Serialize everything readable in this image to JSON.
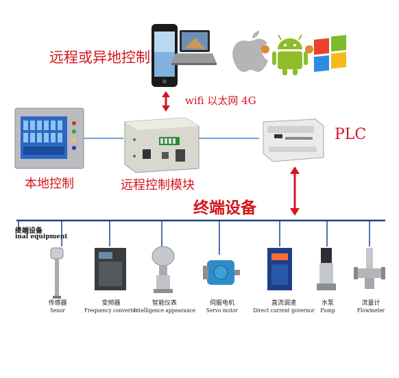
{
  "top": {
    "remote_label": "远程或异地控制",
    "os_badges": [
      "ios",
      "Android",
      "Windows"
    ],
    "os_icons": [
      "apple-icon",
      "android-icon",
      "windows-icon"
    ]
  },
  "link": {
    "network_label": "wifi 以太网 4G"
  },
  "nodes": {
    "local_label": "本地控制",
    "module_label": "远程控制模块",
    "plc_label": "PLC",
    "terminal_label": "终端设备"
  },
  "bus": {
    "title_cn": "终端设备",
    "title_en": "inal equipment"
  },
  "devices": [
    {
      "cn": "传感器",
      "en": "Senor"
    },
    {
      "cn": "变频器",
      "en": "Frequency converter"
    },
    {
      "cn": "智能仪表",
      "en": "Intelligence appearance"
    },
    {
      "cn": "伺服电机",
      "en": "Servo motor"
    },
    {
      "cn": "直流调速",
      "en": "Direct current governor"
    },
    {
      "cn": "水泵",
      "en": "Pump"
    },
    {
      "cn": "流量计",
      "en": "Flowmeter"
    }
  ],
  "colors": {
    "accent_red": "#d4141c",
    "bus_blue": "#1c3f8f",
    "link_blue": "#6f9fd6"
  }
}
